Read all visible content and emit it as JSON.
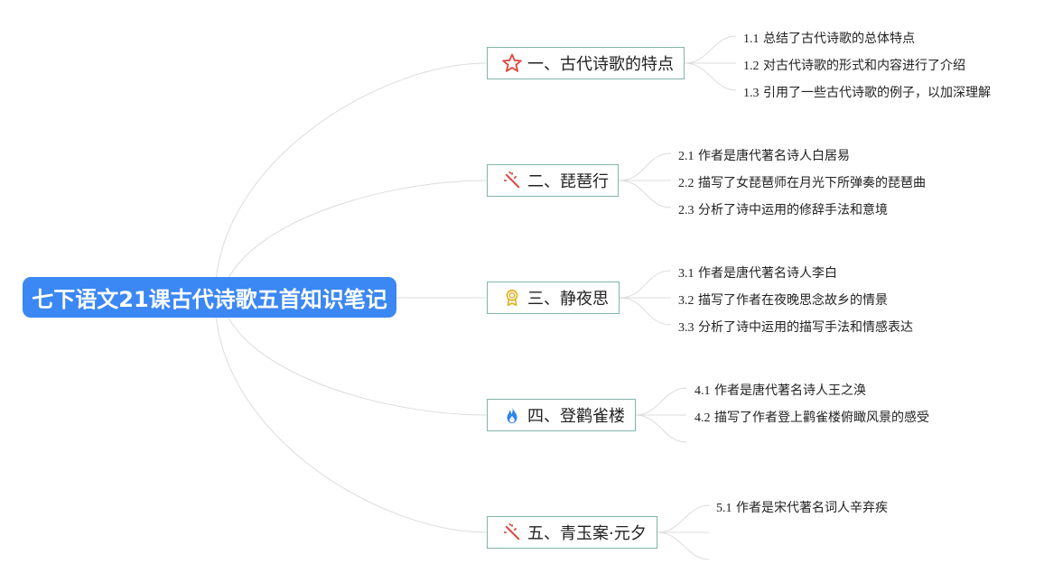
{
  "root": {
    "title": "七下语文21课古代诗歌五首知识笔记"
  },
  "branches": [
    {
      "label": "一、古代诗歌的特点",
      "icon": "star-icon",
      "items": [
        {
          "num": "1.1",
          "text": "总结了古代诗歌的总体特点"
        },
        {
          "num": "1.2",
          "text": "对古代诗歌的形式和内容进行了介绍"
        },
        {
          "num": "1.3",
          "text": "引用了一些古代诗歌的例子，以加深理解"
        }
      ]
    },
    {
      "label": "二、琵琶行",
      "icon": "wand-icon",
      "items": [
        {
          "num": "2.1",
          "text": "作者是唐代著名诗人白居易"
        },
        {
          "num": "2.2",
          "text": "描写了女琵琶师在月光下所弹奏的琵琶曲"
        },
        {
          "num": "2.3",
          "text": "分析了诗中运用的修辞手法和意境"
        }
      ]
    },
    {
      "label": "三、静夜思",
      "icon": "award-icon",
      "items": [
        {
          "num": "3.1",
          "text": "作者是唐代著名诗人李白"
        },
        {
          "num": "3.2",
          "text": "描写了作者在夜晚思念故乡的情景"
        },
        {
          "num": "3.3",
          "text": "分析了诗中运用的描写手法和情感表达"
        }
      ]
    },
    {
      "label": "四、登鹳雀楼",
      "icon": "flame-icon",
      "items": [
        {
          "num": "4.1",
          "text": "作者是唐代著名诗人王之涣"
        },
        {
          "num": "4.2",
          "text": "描写了作者登上鹳雀楼俯瞰风景的感受"
        }
      ]
    },
    {
      "label": "五、青玉案·元夕",
      "icon": "wand-icon",
      "items": [
        {
          "num": "5.1",
          "text": "作者是宋代著名词人辛弃疾"
        }
      ]
    }
  ],
  "colors": {
    "root_bg": "#3b87f4",
    "node_border": "#7fb5aa",
    "connector": "#d9d9d9"
  }
}
